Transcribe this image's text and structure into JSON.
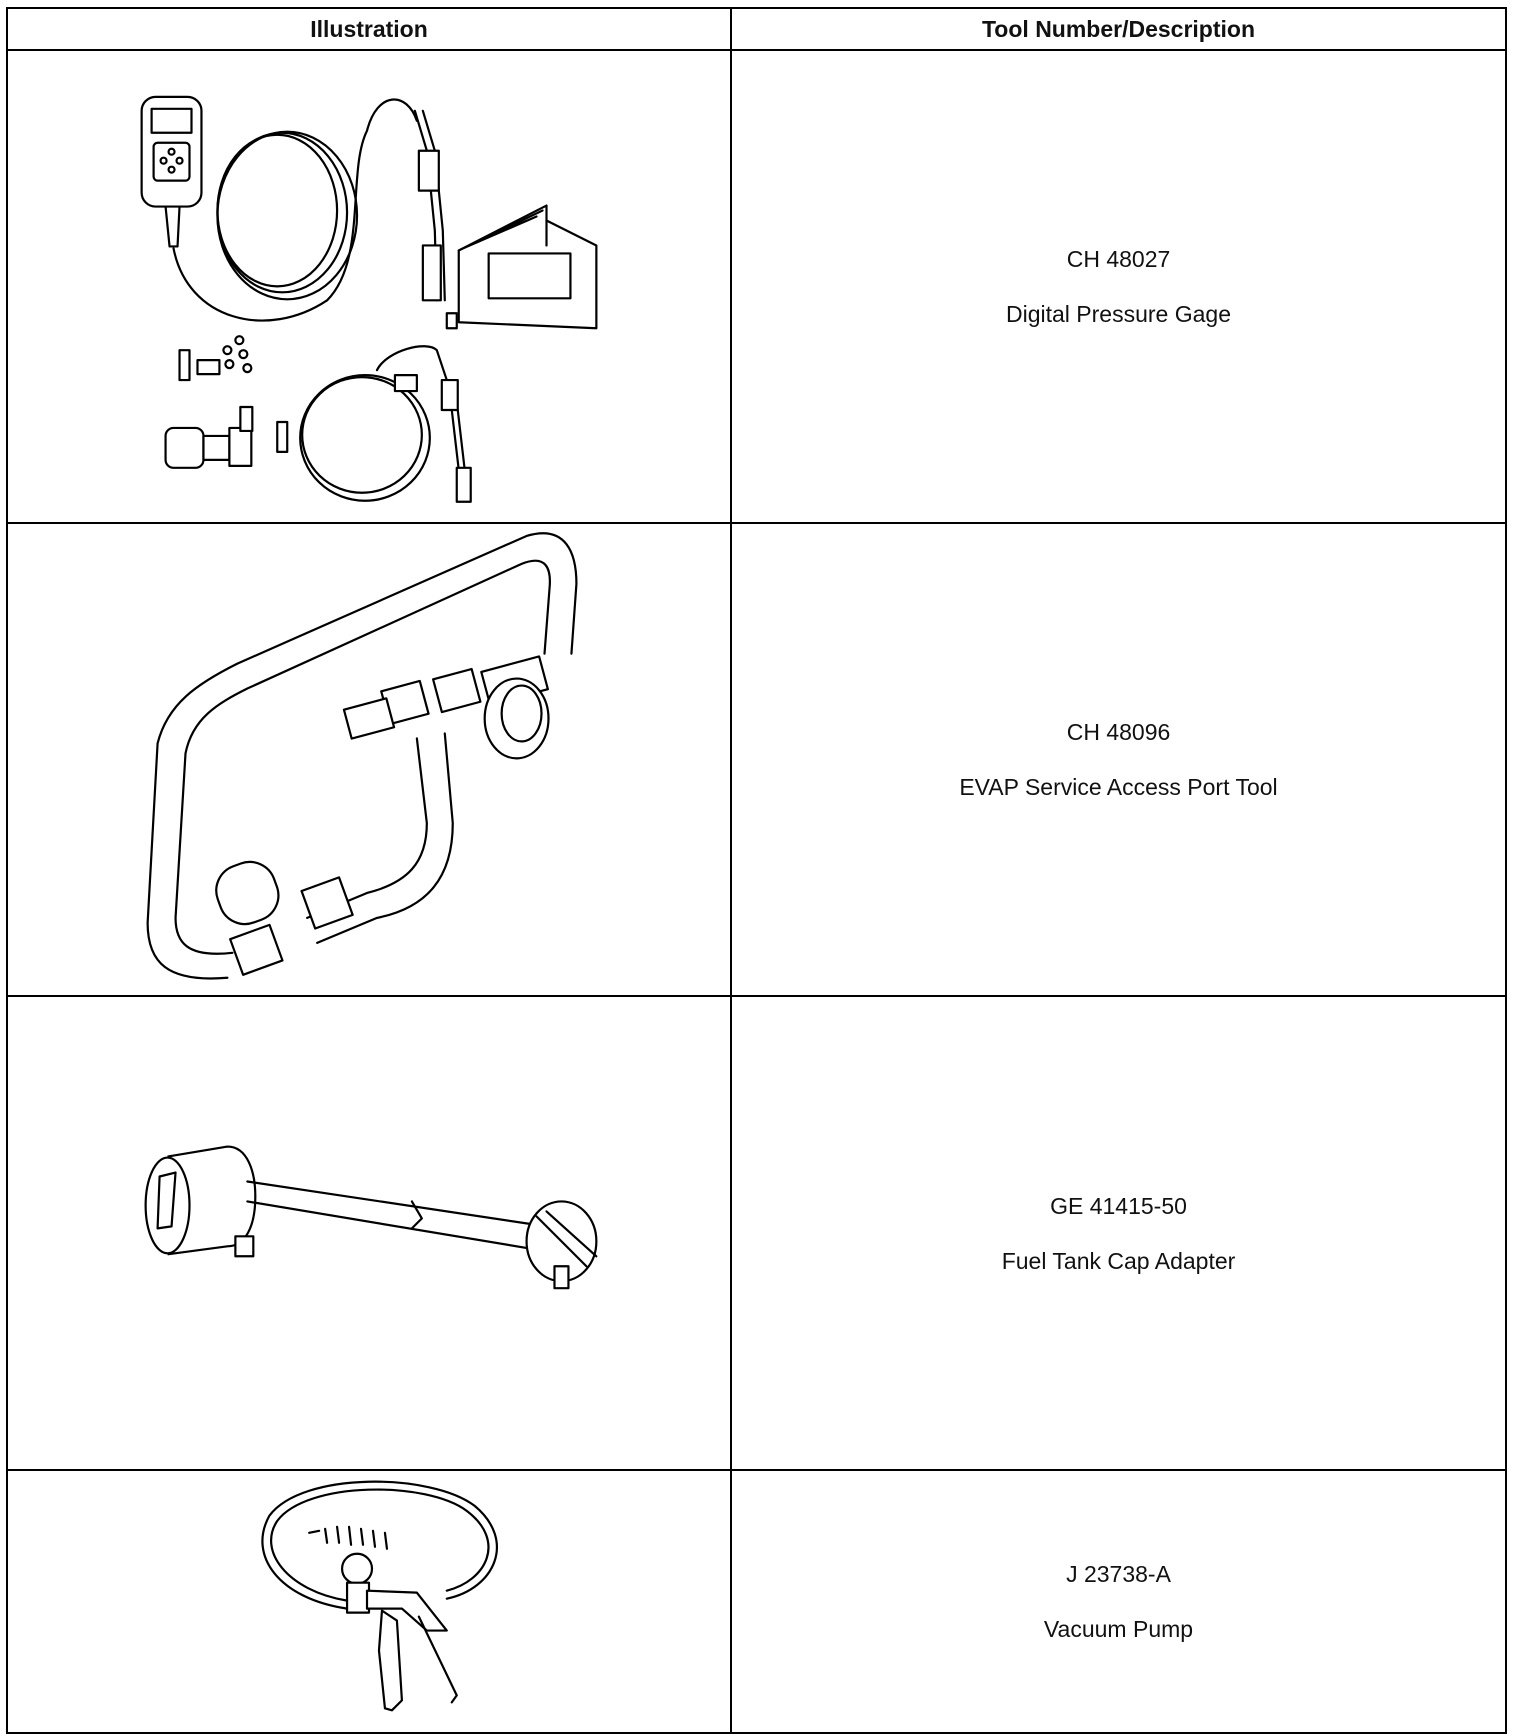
{
  "table": {
    "headers": {
      "illustration": "Illustration",
      "tool": "Tool Number/Description"
    },
    "rows": [
      {
        "tool_number": "CH 48027",
        "description": "Digital Pressure Gage",
        "illustration": "digital-pressure-gage-kit"
      },
      {
        "tool_number": "CH 48096",
        "description": "EVAP Service Access Port Tool",
        "illustration": "evap-service-access-port-tool"
      },
      {
        "tool_number": "GE 41415-50",
        "description": "Fuel Tank Cap Adapter",
        "illustration": "fuel-tank-cap-adapter"
      },
      {
        "tool_number": "J 23738-A",
        "description": "Vacuum Pump",
        "illustration": "vacuum-pump"
      }
    ]
  }
}
